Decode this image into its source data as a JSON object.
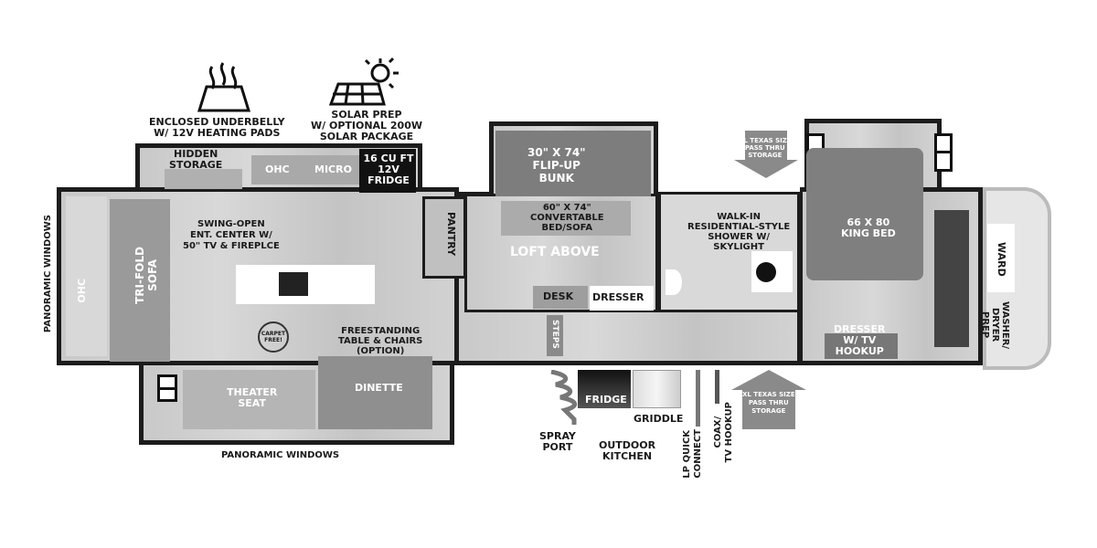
{
  "features": {
    "underbelly": "ENCLOSED UNDERBELLY\nW/ 12V HEATING PADS",
    "solar": "SOLAR PREP\nW/ OPTIONAL 200W\nSOLAR PACKAGE"
  },
  "living": {
    "hidden_storage": "HIDDEN\nSTORAGE",
    "ohc_kitchen": "OHC",
    "micro": "MICRO",
    "fridge": "16 CU FT\n12V\nFRIDGE",
    "ent_center": "SWING-OPEN\nENT. CENTER W/\n50\" TV & FIREPLCE",
    "panoramic_left": "PANORAMIC WINDOWS",
    "ohc_left": "OHC",
    "sofa": "TRI-FOLD\nSOFA",
    "carpet_free": "CARPET FREE!",
    "table": "FREESTANDING\nTABLE & CHAIRS\n(OPTION)",
    "theater": "THEATER\nSEAT",
    "dinette": "DINETTE",
    "panoramic_bottom": "PANORAMIC WINDOWS",
    "pantry": "PANTRY"
  },
  "bunk": {
    "flip_bunk": "30\" X 74\"\nFLIP-UP\nBUNK",
    "bed_sofa": "60\" X 74\"\nCONVERTABLE\nBED/SOFA",
    "loft": "LOFT ABOVE",
    "desk": "DESK",
    "dresser": "DRESSER",
    "steps": "STEPS"
  },
  "bath": {
    "shower": "WALK-IN\nRESIDENTIAL-STYLE\nSHOWER W/\nSKYLIGHT",
    "storage_top": "XL TEXAS SIZE\nPASS THRU\nSTORAGE",
    "storage_bottom": "XL TEXAS SIZE\nPASS THRU\nSTORAGE"
  },
  "bedroom": {
    "bed": "66 X 80\nKING BED",
    "dresser": "DRESSER\nW/ TV\nHOOKUP",
    "ward": "WARD",
    "washer": "WASHER/\nDRYER\nPREP"
  },
  "exterior": {
    "fridge": "FRIDGE",
    "griddle": "GRIDDLE",
    "spray": "SPRAY\nPORT",
    "kitchen": "OUTDOOR\nKITCHEN",
    "lp": "LP QUICK\nCONNECT",
    "coax": "COAX/\nTV HOOKUP"
  }
}
